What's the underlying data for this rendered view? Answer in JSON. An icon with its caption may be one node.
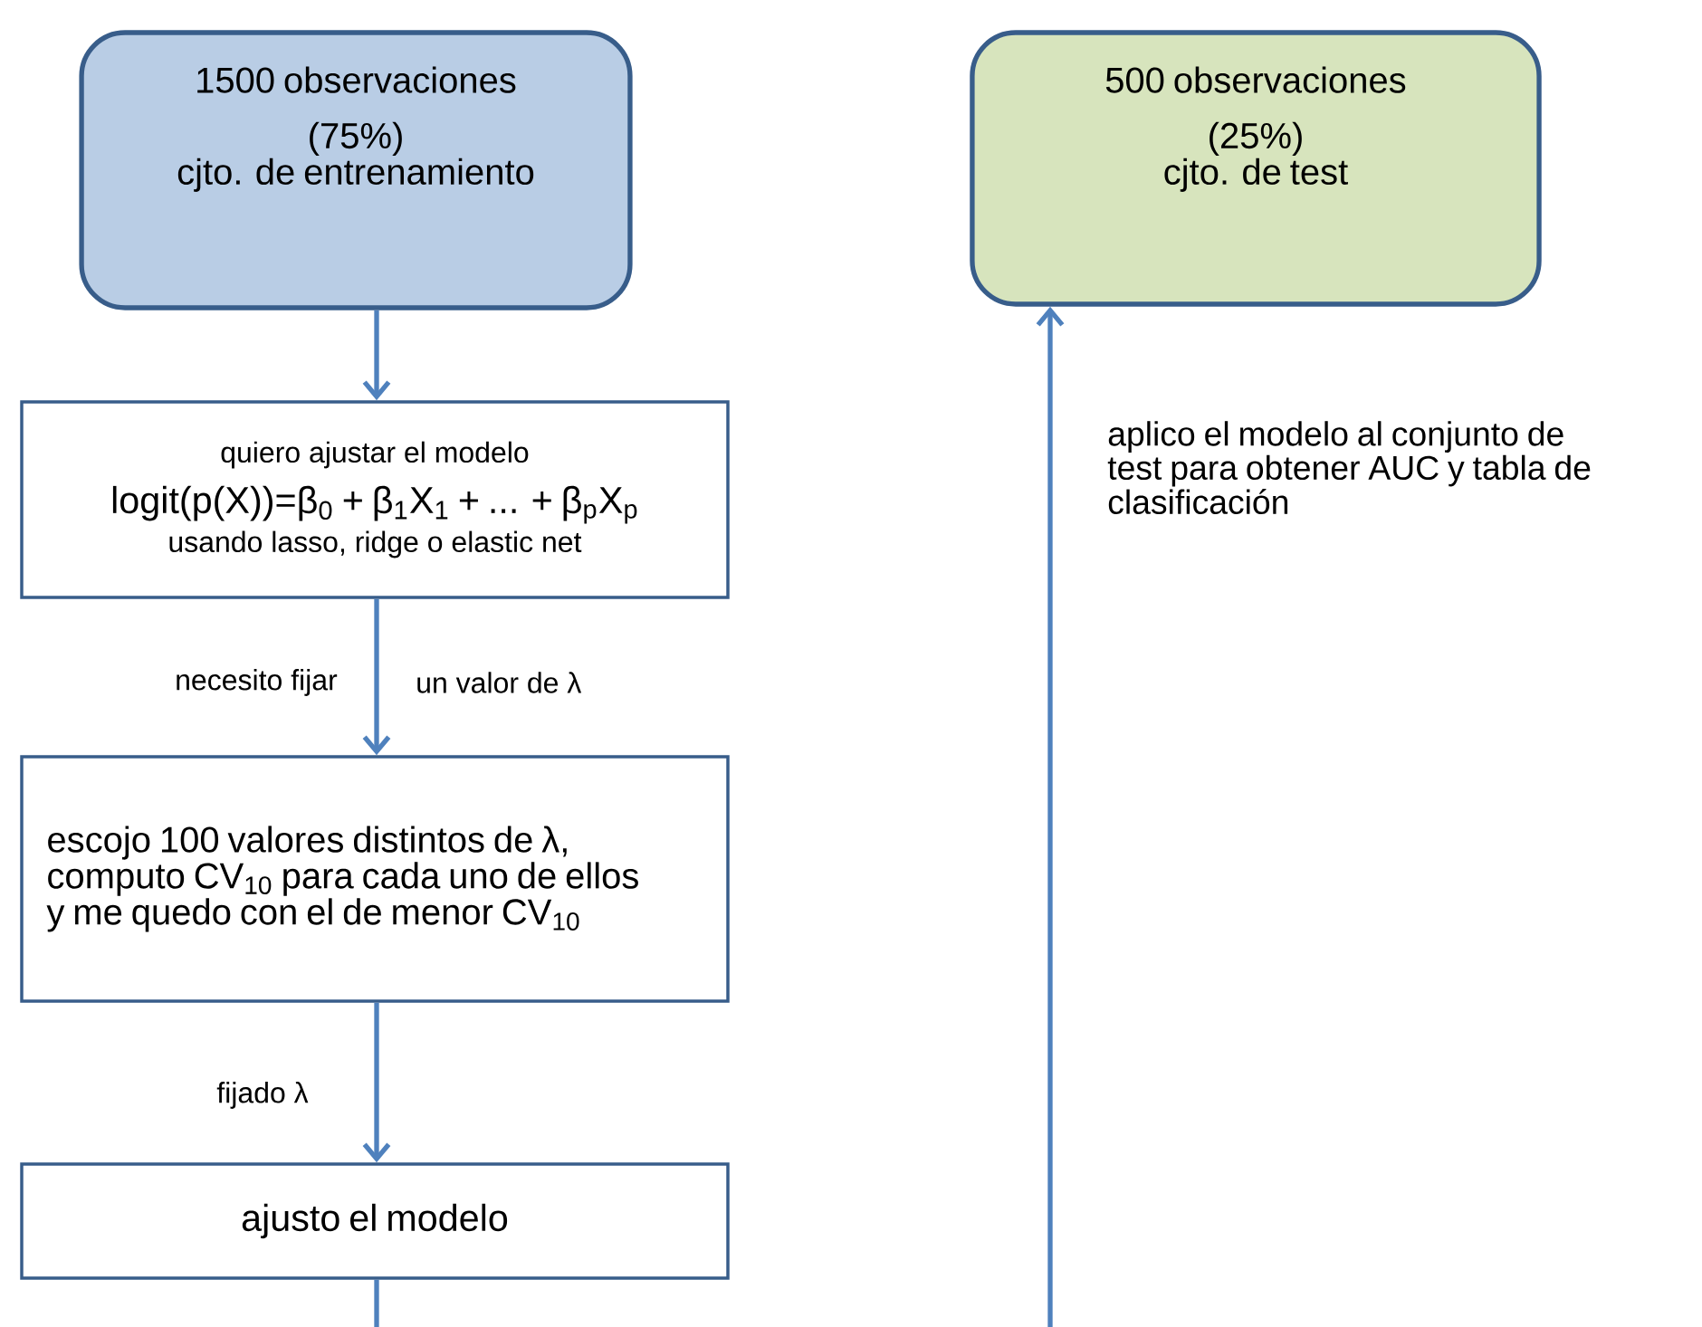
{
  "diagram": {
    "nodes": [
      {
        "text": [
          "1500 observaciones",
          "(75%)",
          "cjto. de entrenamiento"
        ]
      },
      {
        "text": [
          "500 observaciones",
          "(25%)",
          "cjto. de test"
        ]
      },
      {
        "text": [
          "quiero ajustar el modelo",
          "logit(p(X))=β$_{0}$ + β$_{1}$X$_{1}$ + ... + β$_{p}$X$_{p}$",
          "usando lasso, ridge o elastic net"
        ]
      },
      {
        "text": [
          "escojo 100 valores distintos de λ, computo CV$_{10}$ para cada uno de ellos y me quedo con el de menor CV$_{10}$"
        ]
      },
      {
        "text": [
          "ajusto el modelo"
        ]
      }
    ],
    "edges": [
      {
        "from": 0,
        "to": 2,
        "arrow": "to"
      },
      {
        "from": 2,
        "to": 3,
        "arrow": "to",
        "label": "necesito fijar"
      },
      {
        "from": 3,
        "to": 4,
        "arrow": "to",
        "label": "fijado λ"
      },
      {
        "from": 4,
        "to": null,
        "arrow": "none"
      },
      {
        "from": null,
        "to": 1,
        "arrow": "to",
        "label": "aplico el modelo al conjunto de test para obtener AUC y tabla de clasificación"
      }
    ],
    "labels": [
      "un valor de λ"
    ]
  }
}
